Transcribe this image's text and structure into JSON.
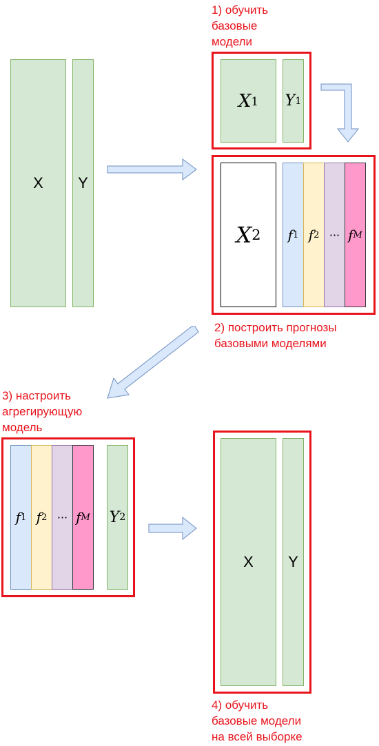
{
  "top_left": {
    "x_label": "X",
    "y_label": "Y"
  },
  "step1": {
    "lines": [
      "1) обучить",
      "базовые",
      "модели"
    ],
    "x_label": "X",
    "x_sub": "1",
    "y_label": "Y",
    "y_sub": "1"
  },
  "step2": {
    "lines": [
      "2) построить прогнозы",
      "базовыми моделями"
    ],
    "x_label": "X",
    "x_sub": "2",
    "f1_label": "f",
    "f1_sub": "1",
    "f2_label": "f",
    "f2_sub": "2",
    "dots": "···",
    "fm_label": "f",
    "fm_sub": "M"
  },
  "step3": {
    "lines": [
      "3) настроить",
      "агрегирующую",
      "модель"
    ],
    "f1_label": "f",
    "f1_sub": "1",
    "f2_label": "f",
    "f2_sub": "2",
    "dots": "···",
    "fm_label": "f",
    "fm_sub": "M",
    "y_label": "Y",
    "y_sub": "2"
  },
  "step4": {
    "lines": [
      "4) обучить",
      "базовые модели",
      "на всей выборке"
    ],
    "x_label": "X",
    "y_label": "Y"
  },
  "colors": {
    "frame": "#e8141c",
    "green_fill": "#d5e8d4",
    "blue_fill": "#dae8fc",
    "yellow_fill": "#fff2cc",
    "purple_fill": "#e1d5e7",
    "pink_fill": "#ff99cc",
    "arrow_fill": "#dae8fc",
    "arrow_stroke": "#6c8ebf"
  }
}
